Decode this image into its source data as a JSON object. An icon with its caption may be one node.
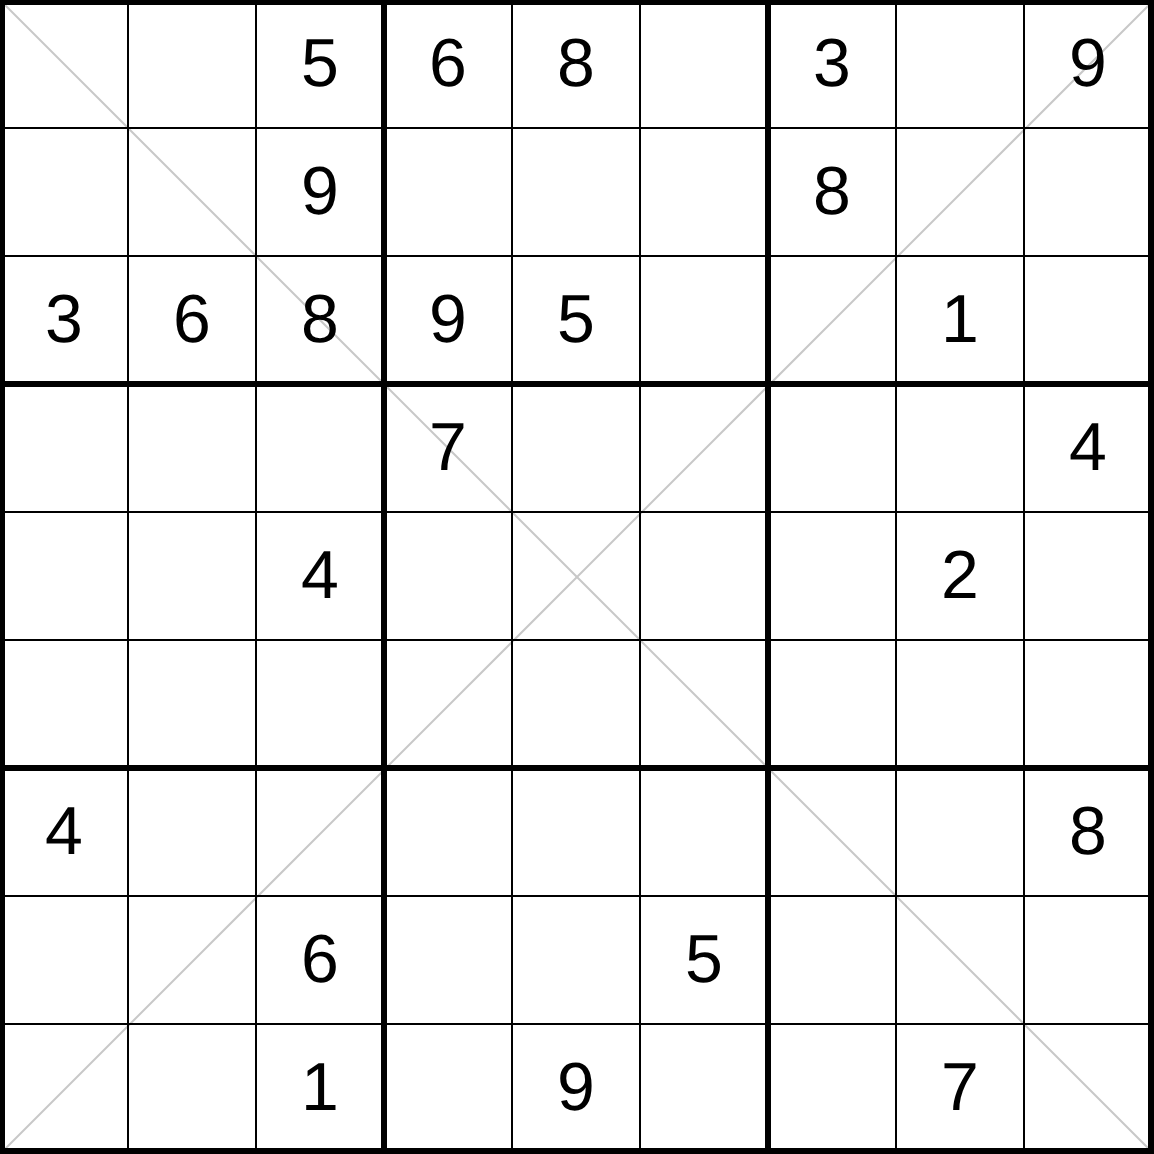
{
  "diagram": {
    "labels": [
      "5",
      "6",
      "8",
      "3",
      "9",
      "9",
      "8",
      "3",
      "6",
      "8",
      "9",
      "5",
      "1",
      "7",
      "4",
      "4",
      "2",
      "4",
      "8",
      "6",
      "5",
      "1",
      "9",
      "7"
    ]
  }
}
